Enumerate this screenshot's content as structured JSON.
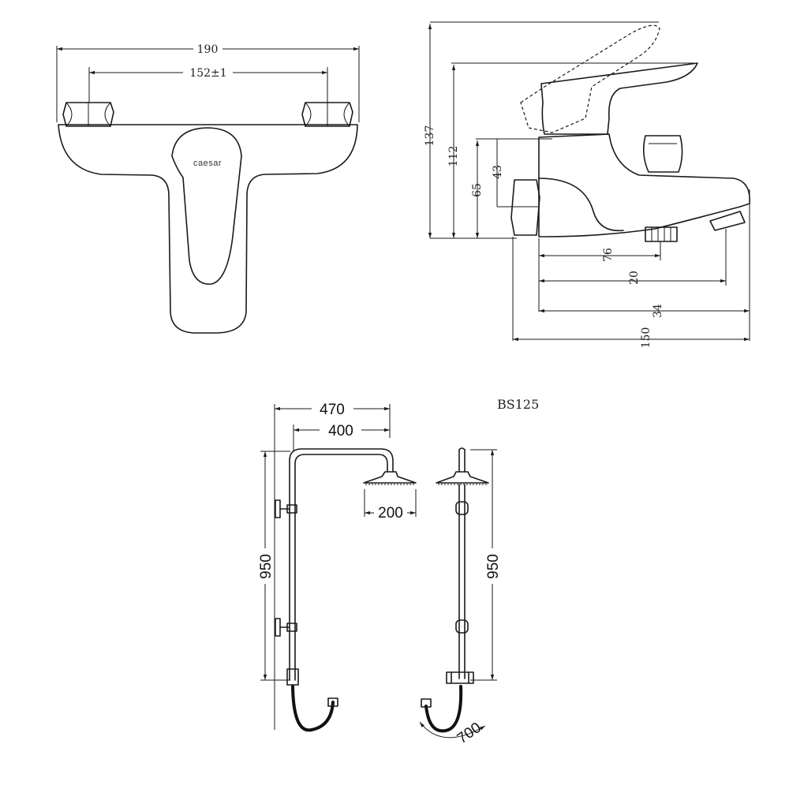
{
  "model_code": "BS125",
  "brand_text": "caesar",
  "front_view": {
    "width_dim": "190",
    "center_dim": "152±1"
  },
  "side_view": {
    "dims_vertical": [
      "137",
      "112",
      "65",
      "43"
    ],
    "dims_horizontal": [
      "76",
      "20",
      "34",
      "150"
    ]
  },
  "shower": {
    "width_dim": "470",
    "arm_dim": "400",
    "head_dim": "200",
    "height_dim_left": "950",
    "height_dim_right": "950",
    "hose_dim": "700"
  }
}
